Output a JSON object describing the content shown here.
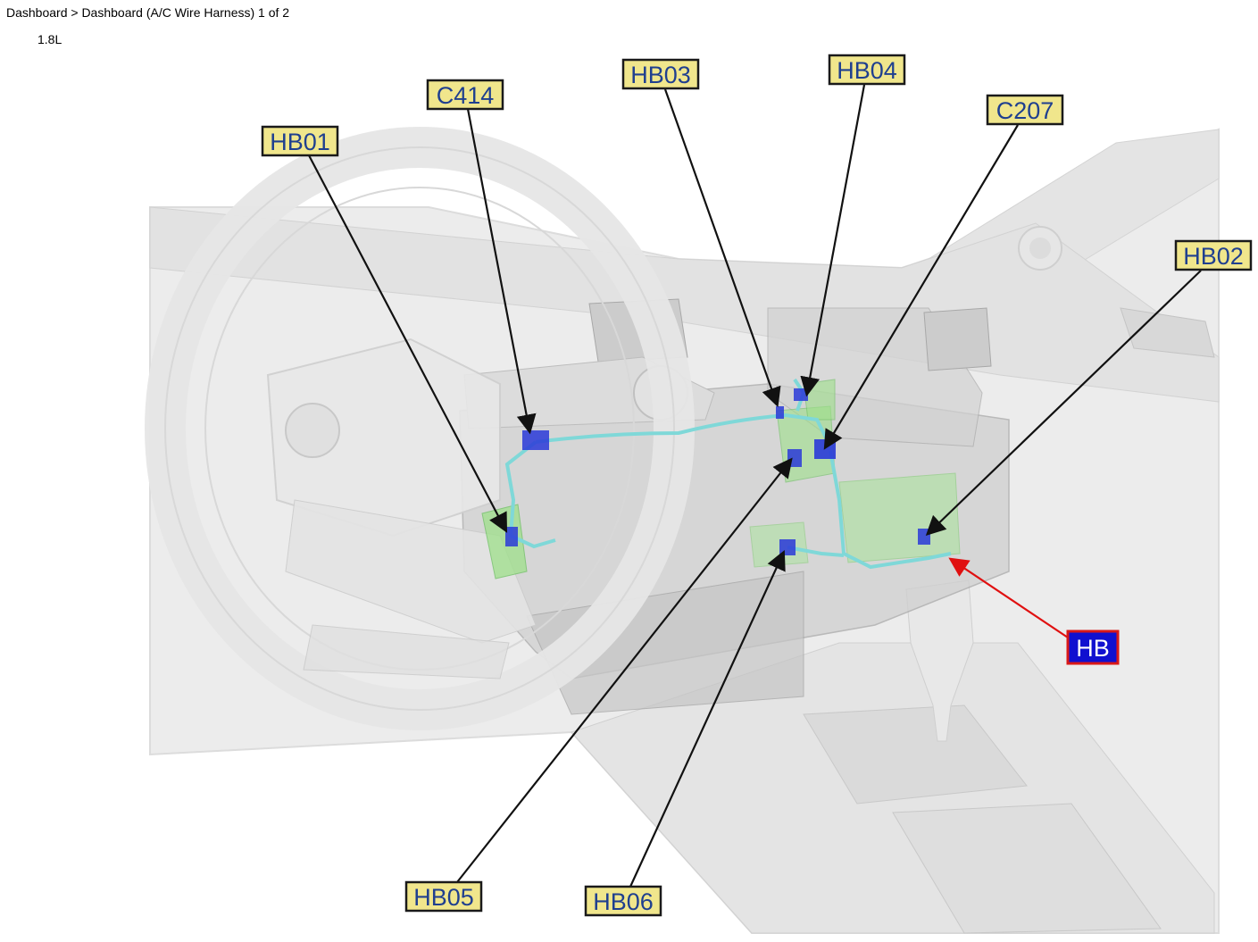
{
  "header": {
    "breadcrumb": "Dashboard > Dashboard (A/C Wire Harness) 1 of 2",
    "engine": "1.8L"
  },
  "callouts": {
    "hb01": "HB01",
    "c414": "C414",
    "hb03": "HB03",
    "hb04": "HB04",
    "c207": "C207",
    "hb02": "HB02",
    "hb": "HB",
    "hb05": "HB05",
    "hb06": "HB06"
  },
  "colors": {
    "callout_fill": "#f0e68c",
    "callout_text": "#1f3f8f",
    "harness_label_fill": "#1010d0",
    "harness_label_border": "#d81818",
    "connector": "#2a3ad8",
    "harness_wire": "#7fd8d8",
    "bracket": "#9ee08a"
  }
}
